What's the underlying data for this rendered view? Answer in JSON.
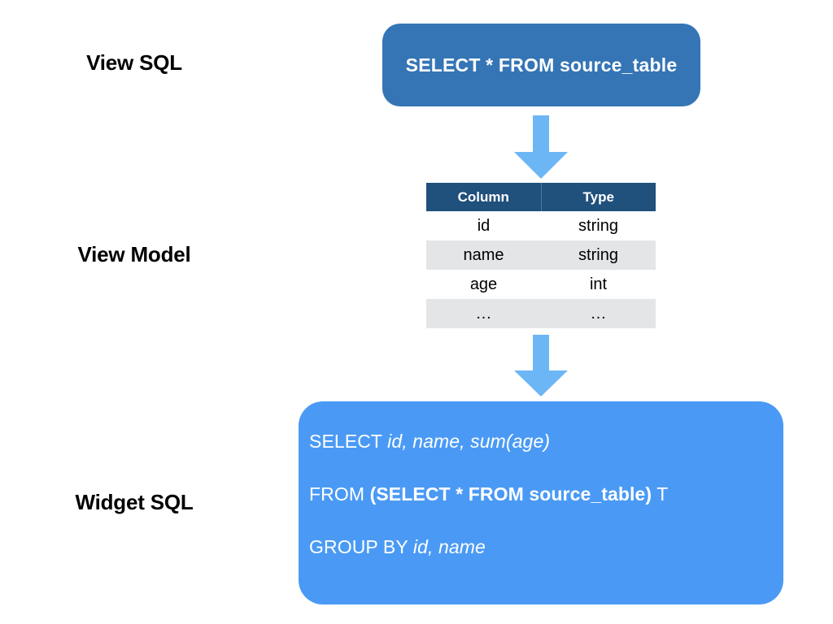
{
  "diagram": {
    "title": "View SQL to View Model to Widget SQL flow",
    "colors": {
      "view_sql_box": "#3575b5",
      "widget_sql_box": "#4a9af5",
      "arrow": "#6cb6f5",
      "table_header": "#20507c",
      "table_row_alt": "#e3e5e7",
      "label_text": "#000000",
      "box_text": "#ffffff",
      "background": "#ffffff"
    }
  },
  "labels": {
    "view_sql": "View SQL",
    "view_model": "View Model",
    "widget_sql": "Widget SQL"
  },
  "view_sql": {
    "statement": "SELECT * FROM source_table"
  },
  "arrows": {
    "top": "down-arrow",
    "bottom": "down-arrow"
  },
  "view_model": {
    "headers": [
      "Column",
      "Type"
    ],
    "rows": [
      {
        "column": "id",
        "type": "string"
      },
      {
        "column": "name",
        "type": "string"
      },
      {
        "column": "age",
        "type": "int"
      },
      {
        "column": "…",
        "type": "…"
      }
    ]
  },
  "widget_sql": {
    "lines": [
      {
        "segments": [
          {
            "text": "SELECT ",
            "style": "keyword"
          },
          {
            "text": "id, name, sum(age)",
            "style": "italic"
          }
        ]
      },
      {
        "segments": [
          {
            "text": "FROM ",
            "style": "keyword"
          },
          {
            "text": "(SELECT * FROM source_table)",
            "style": "bold"
          },
          {
            "text": " T",
            "style": "keyword"
          }
        ]
      },
      {
        "segments": [
          {
            "text": "GROUP BY ",
            "style": "keyword"
          },
          {
            "text": "id, name",
            "style": "italic"
          }
        ]
      }
    ],
    "line1_part1": "SELECT ",
    "line1_part2": "id, name, sum(age)",
    "line2_part1": "FROM ",
    "line2_part2": "(SELECT * FROM source_table)",
    "line2_part3": " T",
    "line3_part1": "GROUP BY ",
    "line3_part2": "id, name"
  }
}
